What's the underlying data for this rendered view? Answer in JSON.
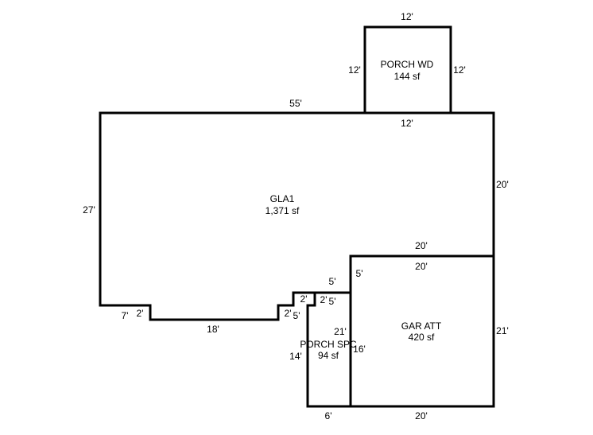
{
  "areas": {
    "porch_wd": {
      "name": "PORCH WD",
      "size": "144 sf"
    },
    "gla1": {
      "name": "GLA1",
      "size": "1,371 sf"
    },
    "gar_att": {
      "name": "GAR ATT",
      "size": "420 sf"
    },
    "porch_spc": {
      "name": "PORCH SPC",
      "size": "94 sf"
    }
  },
  "dimensions": {
    "porch_wd_top": "12'",
    "porch_wd_left": "12'",
    "porch_wd_right": "12'",
    "porch_wd_bottom": "12'",
    "gla_top": "55'",
    "gla_left": "27'",
    "gla_right": "20'",
    "gla_bottom_left": "7'",
    "gla_step_left": "2'",
    "gla_bottom_mid": "18'",
    "gla_step_right_1": "2'",
    "gla_step_right_2": "5'",
    "gla_step_right_3": "2'",
    "gla_step_right_4": "2'",
    "gla_step_right_5": "5'",
    "gla_step_right_6": "5'",
    "gar_top_outer": "20'",
    "gar_top_inner": "20'",
    "gar_right": "21'",
    "gar_bottom": "20'",
    "gar_left": "21'",
    "gar_left_notch": "5'",
    "porch_spc_left": "14'",
    "porch_spc_bottom": "6'",
    "porch_spc_right": "16'"
  }
}
